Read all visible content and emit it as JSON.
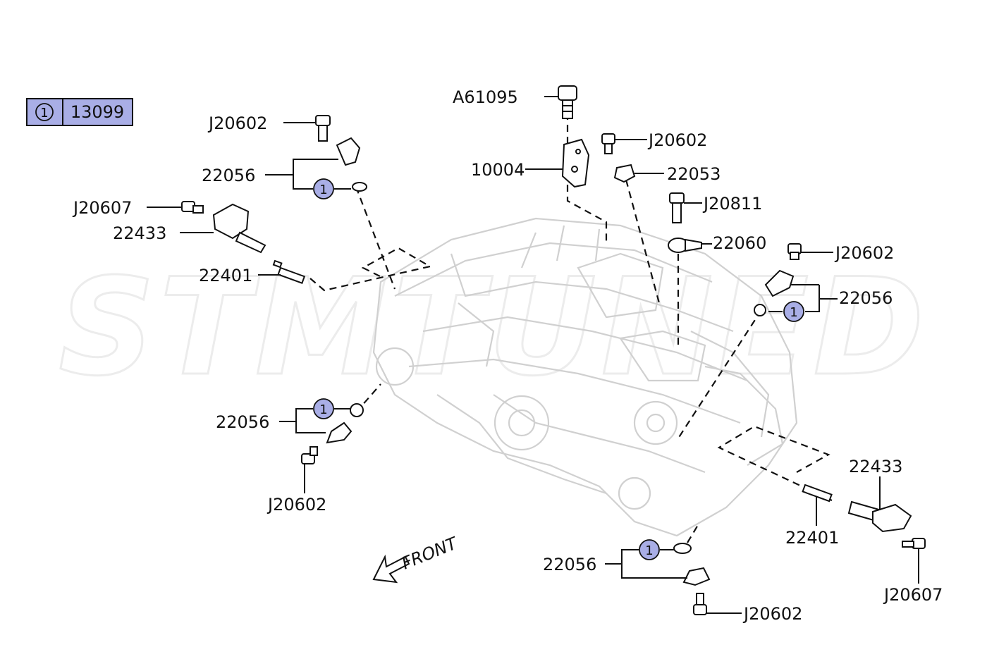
{
  "legend": {
    "symbol": "1",
    "part_number": "13099"
  },
  "watermark": "STMTUNED",
  "front_label": "FRONT",
  "callout_symbol": "1",
  "labels": {
    "a61095": "A61095",
    "j20602_top_left": "J20602",
    "j20602_top_mid": "J20602",
    "j20602_right": "J20602",
    "j20602_bottom_left": "J20602",
    "j20602_bottom": "J20602",
    "j20607_left": "J20607",
    "j20607_right": "J20607",
    "j20811": "J20811",
    "p10004": "10004",
    "p22053": "22053",
    "p22060": "22060",
    "p22056_top_left": "22056",
    "p22056_right": "22056",
    "p22056_bottom_left": "22056",
    "p22056_bottom": "22056",
    "p22433_left": "22433",
    "p22433_right": "22433",
    "p22401_left": "22401",
    "p22401_right": "22401"
  }
}
